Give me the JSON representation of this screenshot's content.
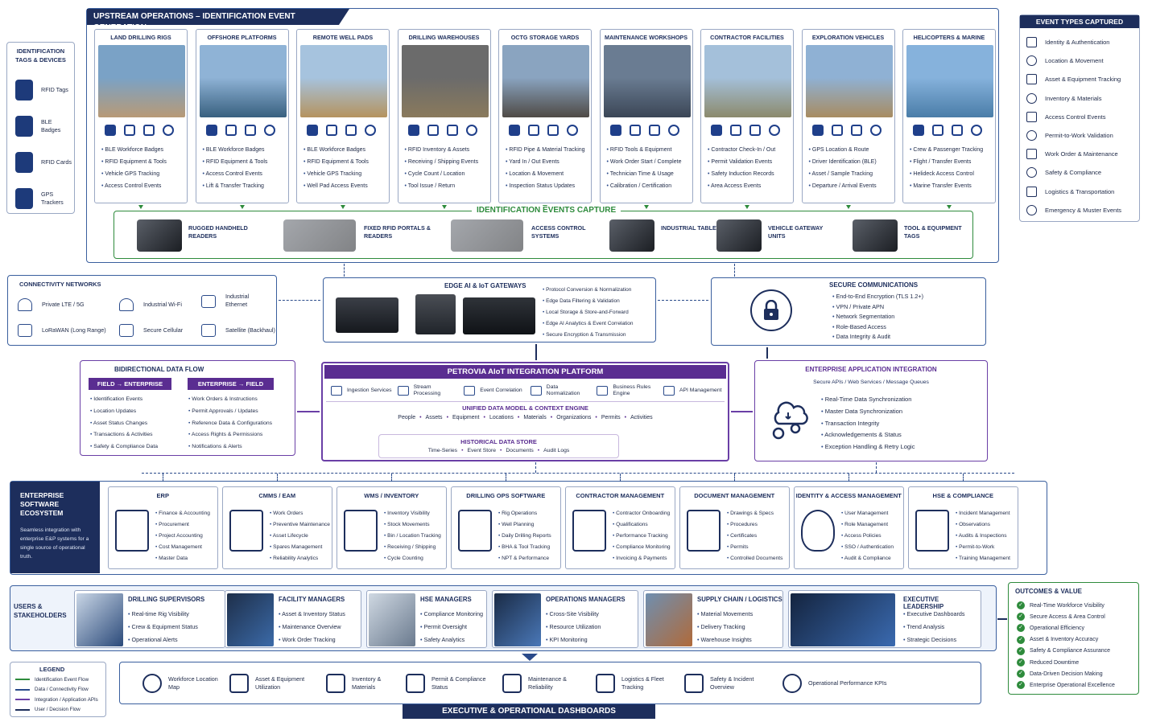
{
  "upstream": {
    "title": "UPSTREAM OPERATIONS – IDENTIFICATION EVENT GENERATION",
    "sites": [
      {
        "name": "LAND DRILLING RIGS",
        "items": [
          "BLE Workforce Badges",
          "RFID Equipment & Tools",
          "Vehicle GPS Tracking",
          "Access Control Events"
        ]
      },
      {
        "name": "OFFSHORE PLATFORMS",
        "items": [
          "BLE Workforce Badges",
          "RFID Equipment & Tools",
          "Access Control Events",
          "Lift & Transfer Tracking"
        ]
      },
      {
        "name": "REMOTE WELL PADS",
        "items": [
          "BLE Workforce Badges",
          "RFID Equipment & Tools",
          "Vehicle GPS Tracking",
          "Well Pad Access Events"
        ]
      },
      {
        "name": "DRILLING WAREHOUSES",
        "items": [
          "RFID Inventory & Assets",
          "Receiving / Shipping Events",
          "Cycle Count / Location",
          "Tool Issue / Return"
        ]
      },
      {
        "name": "OCTG STORAGE YARDS",
        "items": [
          "RFID Pipe & Material Tracking",
          "Yard In / Out Events",
          "Location & Movement",
          "Inspection Status Updates"
        ]
      },
      {
        "name": "MAINTENANCE WORKSHOPS",
        "items": [
          "RFID Tools & Equipment",
          "Work Order Start / Complete",
          "Technician Time & Usage",
          "Calibration / Certification"
        ]
      },
      {
        "name": "CONTRACTOR FACILITIES",
        "items": [
          "Contractor Check-In / Out",
          "Permit Validation Events",
          "Safety Induction Records",
          "Area Access Events"
        ]
      },
      {
        "name": "EXPLORATION VEHICLES",
        "items": [
          "GPS Location & Route",
          "Driver Identification (BLE)",
          "Asset / Sample Tracking",
          "Departure / Arrival Events"
        ]
      },
      {
        "name": "HELICOPTERS & MARINE",
        "items": [
          "Crew & Passenger Tracking",
          "Flight / Transfer Events",
          "Helideck Access Control",
          "Marine Transfer Events"
        ]
      }
    ],
    "capture_title": "IDENTIFICATION EVENTS CAPTURE",
    "capture_devices": [
      "RUGGED HANDHELD READERS",
      "FIXED RFID PORTALS & READERS",
      "ACCESS CONTROL SYSTEMS",
      "INDUSTRIAL TABLETS",
      "VEHICLE GATEWAY UNITS",
      "TOOL & EQUIPMENT TAGS"
    ]
  },
  "tags_devices": {
    "title": "IDENTIFICATION TAGS & DEVICES",
    "items": [
      "RFID Tags",
      "BLE Badges",
      "RFID Cards",
      "GPS Trackers"
    ]
  },
  "event_types": {
    "title": "EVENT TYPES CAPTURED",
    "items": [
      "Identity & Authentication",
      "Location & Movement",
      "Asset & Equipment Tracking",
      "Inventory & Materials",
      "Access Control Events",
      "Permit-to-Work Validation",
      "Work Order & Maintenance",
      "Safety & Compliance",
      "Logistics & Transportation",
      "Emergency & Muster Events"
    ]
  },
  "connectivity": {
    "title": "CONNECTIVITY NETWORKS",
    "items": [
      "Private LTE / 5G",
      "Industrial Wi-Fi",
      "Industrial Ethernet",
      "LoRaWAN (Long Range)",
      "Secure Cellular",
      "Satellite (Backhaul)"
    ]
  },
  "edge": {
    "title": "EDGE AI & IoT GATEWAYS",
    "items": [
      "Protocol Conversion & Normalization",
      "Edge Data Filtering & Validation",
      "Local Storage & Store-and-Forward",
      "Edge AI Analytics & Event Correlation",
      "Secure Encryption & Transmission"
    ]
  },
  "secure": {
    "title": "SECURE COMMUNICATIONS",
    "items": [
      "End-to-End Encryption (TLS 1.2+)",
      "VPN / Private APN",
      "Network Segmentation",
      "Role-Based Access",
      "Data Integrity & Audit"
    ]
  },
  "bidir": {
    "title": "BIDIRECTIONAL DATA FLOW",
    "left_title": "FIELD → ENTERPRISE",
    "left_items": [
      "Identification Events",
      "Location Updates",
      "Asset Status Changes",
      "Transactions & Activities",
      "Safety & Compliance Data"
    ],
    "right_title": "ENTERPRISE → FIELD",
    "right_items": [
      "Work Orders & Instructions",
      "Permit Approvals / Updates",
      "Reference Data & Configurations",
      "Access Rights & Permissions",
      "Notifications & Alerts"
    ]
  },
  "platform": {
    "title": "PETROVIA AIoT INTEGRATION PLATFORM",
    "modules": [
      "Ingestion Services",
      "Stream Processing",
      "Event Correlation",
      "Data Normalization",
      "Business Rules Engine",
      "API Management"
    ],
    "model_title": "UNIFIED DATA MODEL & CONTEXT ENGINE",
    "model_items": [
      "People",
      "Assets",
      "Equipment",
      "Locations",
      "Materials",
      "Organizations",
      "Permits",
      "Activities"
    ],
    "hist_title": "HISTORICAL DATA STORE",
    "hist_items": [
      "Time-Series",
      "Event Store",
      "Documents",
      "Audit Logs"
    ]
  },
  "eai": {
    "title": "ENTERPRISE APPLICATION INTEGRATION",
    "subtitle": "Secure APIs / Web Services / Message Queues",
    "items": [
      "Real-Time Data Synchronization",
      "Master Data Synchronization",
      "Transaction Integrity",
      "Acknowledgements & Status",
      "Exception Handling & Retry Logic"
    ]
  },
  "ecosystem": {
    "title": "ENTERPRISE SOFTWARE ECOSYSTEM",
    "desc": "Seamless integration with enterprise E&P systems for a single source of operational truth.",
    "systems": [
      {
        "name": "ERP",
        "items": [
          "Finance & Accounting",
          "Procurement",
          "Project Accounting",
          "Cost Management",
          "Master Data"
        ]
      },
      {
        "name": "CMMS / EAM",
        "items": [
          "Work Orders",
          "Preventive Maintenance",
          "Asset Lifecycle",
          "Spares Management",
          "Reliability Analytics"
        ]
      },
      {
        "name": "WMS / INVENTORY",
        "items": [
          "Inventory Visibility",
          "Stock Movements",
          "Bin / Location Tracking",
          "Receiving / Shipping",
          "Cycle Counting"
        ]
      },
      {
        "name": "DRILLING OPS SOFTWARE",
        "items": [
          "Rig Operations",
          "Well Planning",
          "Daily Drilling Reports",
          "BHA & Tool Tracking",
          "NPT & Performance"
        ]
      },
      {
        "name": "CONTRACTOR MANAGEMENT",
        "items": [
          "Contractor Onboarding",
          "Qualifications",
          "Performance Tracking",
          "Compliance Monitoring",
          "Invoicing & Payments"
        ]
      },
      {
        "name": "DOCUMENT MANAGEMENT",
        "items": [
          "Drawings & Specs",
          "Procedures",
          "Certificates",
          "Permits",
          "Controlled Documents"
        ]
      },
      {
        "name": "IDENTITY & ACCESS MANAGEMENT",
        "items": [
          "User Management",
          "Role Management",
          "Access Policies",
          "SSO / Authentication",
          "Audit & Compliance"
        ]
      },
      {
        "name": "HSE & COMPLIANCE",
        "items": [
          "Incident Management",
          "Observations",
          "Audits & Inspections",
          "Permit-to-Work",
          "Training Management"
        ]
      }
    ]
  },
  "users": {
    "title": "USERS & STAKEHOLDERS",
    "roles": [
      {
        "name": "DRILLING SUPERVISORS",
        "items": [
          "Real-time Rig Visibility",
          "Crew & Equipment Status",
          "Operational Alerts"
        ]
      },
      {
        "name": "FACILITY MANAGERS",
        "items": [
          "Asset & Inventory Status",
          "Maintenance Overview",
          "Work Order Tracking"
        ]
      },
      {
        "name": "HSE MANAGERS",
        "items": [
          "Compliance Monitoring",
          "Permit Oversight",
          "Safety Analytics"
        ]
      },
      {
        "name": "OPERATIONS MANAGERS",
        "items": [
          "Cross-Site Visibility",
          "Resource Utilization",
          "KPI Monitoring"
        ]
      },
      {
        "name": "SUPPLY CHAIN / LOGISTICS",
        "items": [
          "Material Movements",
          "Delivery Tracking",
          "Warehouse Insights"
        ]
      },
      {
        "name": "EXECUTIVE LEADERSHIP",
        "items": [
          "Executive Dashboards",
          "Trend Analysis",
          "Strategic Decisions"
        ]
      }
    ]
  },
  "outcomes": {
    "title": "OUTCOMES & VALUE",
    "items": [
      "Real-Time Workforce Visibility",
      "Secure Access & Area Control",
      "Operational Efficiency",
      "Asset & Inventory Accuracy",
      "Safety & Compliance Assurance",
      "Reduced Downtime",
      "Data-Driven Decision Making",
      "Enterprise Operational Excellence"
    ]
  },
  "legend": {
    "title": "LEGEND",
    "items": [
      {
        "label": "Identification Event Flow",
        "color": "#2e8b3c"
      },
      {
        "label": "Data / Connectivity Flow",
        "color": "#2a4a8a"
      },
      {
        "label": "Integration / Application APIs",
        "color": "#6a3fa6"
      },
      {
        "label": "User / Decision Flow",
        "color": "#1d2e5c"
      }
    ]
  },
  "dashboards": {
    "title": "EXECUTIVE & OPERATIONAL DASHBOARDS",
    "items": [
      "Workforce Location Map",
      "Asset & Equipment Utilization",
      "Inventory & Materials",
      "Permit & Compliance Status",
      "Maintenance & Reliability",
      "Logistics & Fleet Tracking",
      "Safety & Incident Overview",
      "Operational Performance KPIs"
    ]
  }
}
